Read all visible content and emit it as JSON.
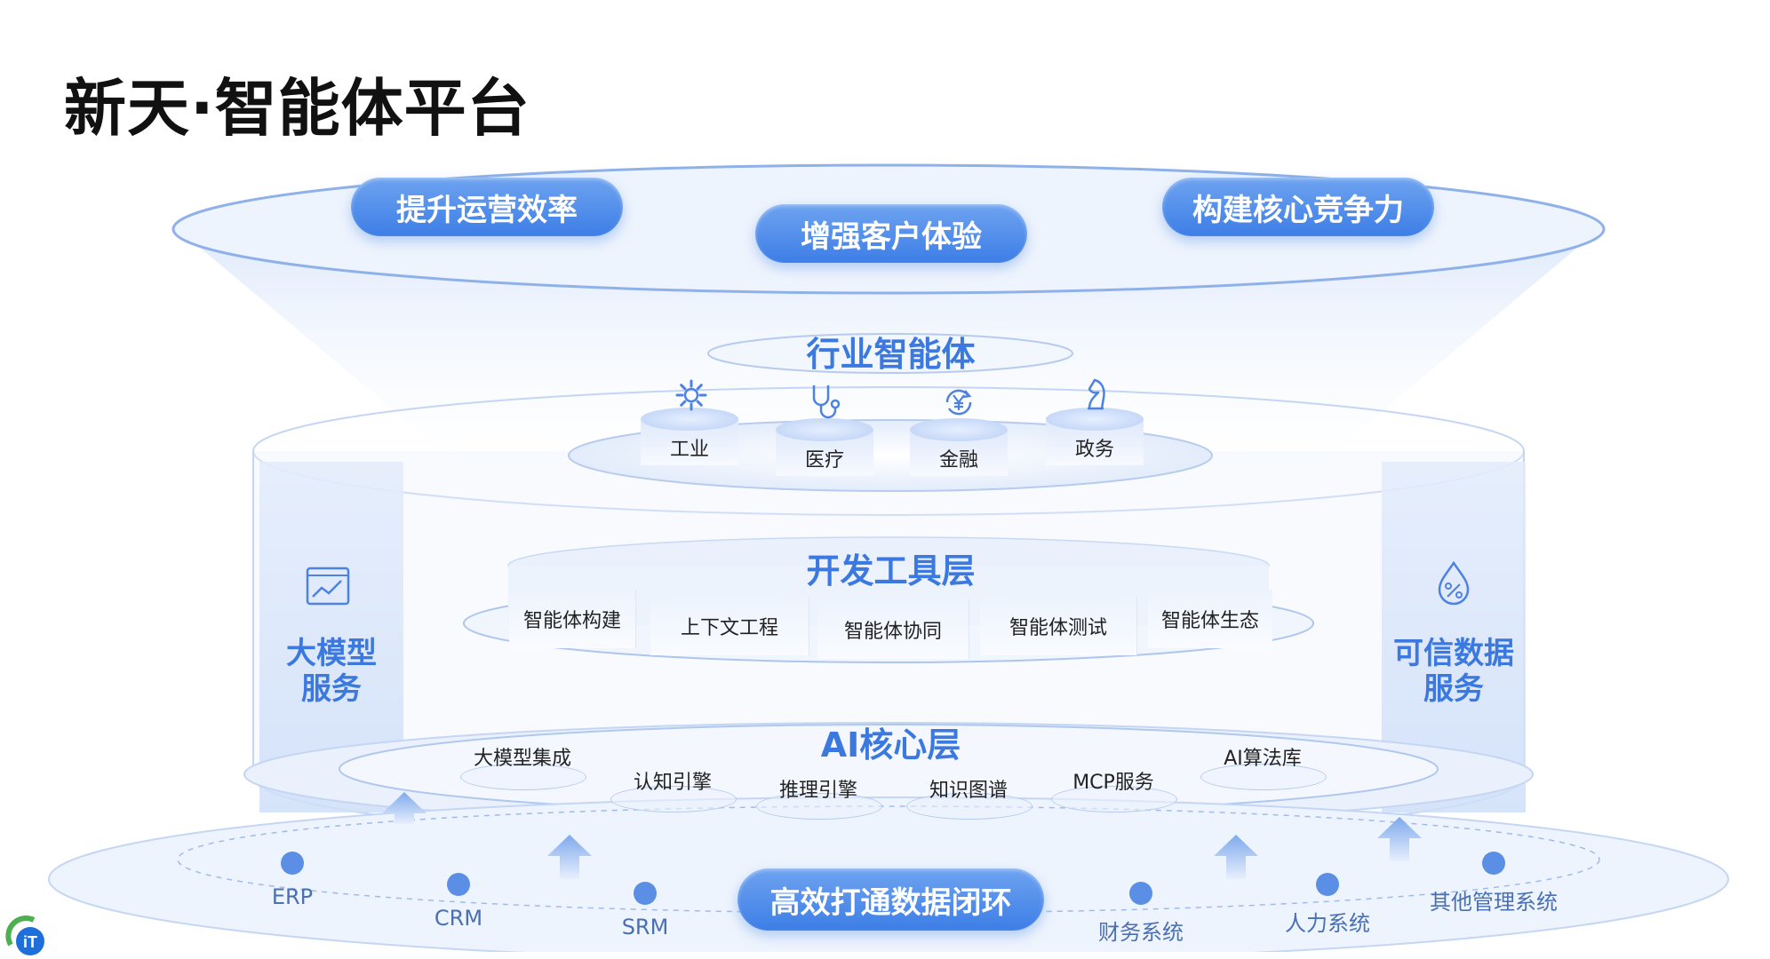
{
  "title": "新天·智能体平台",
  "goals": [
    "提升运营效率",
    "增强客户体验",
    "构建核心竞争力"
  ],
  "industry": {
    "title": "行业智能体",
    "items": [
      {
        "label": "工业",
        "icon": "gear-icon"
      },
      {
        "label": "医疗",
        "icon": "stethoscope-icon"
      },
      {
        "label": "金融",
        "icon": "yen-cycle-icon"
      },
      {
        "label": "政务",
        "icon": "chess-knight-icon"
      }
    ]
  },
  "tools": {
    "title": "开发工具层",
    "items": [
      "智能体构建",
      "上下文工程",
      "智能体协同",
      "智能体测试",
      "智能体生态"
    ]
  },
  "core": {
    "title": "AI核心层",
    "items": [
      "大模型集成",
      "认知引擎",
      "推理引擎",
      "知识图谱",
      "MCP服务",
      "AI算法库"
    ]
  },
  "left_pillar": {
    "line1": "大模型",
    "line2": "服务",
    "icon": "image-frame-icon"
  },
  "right_pillar": {
    "line1": "可信数据",
    "line2": "服务",
    "icon": "percent-drop-icon"
  },
  "base": {
    "center": "高效打通数据闭环",
    "systems": [
      "ERP",
      "CRM",
      "SRM",
      "财务系统",
      "人力系统",
      "其他管理系统"
    ]
  },
  "colors": {
    "accent": "#3d7ee6",
    "light": "#e8f0fd",
    "outline": "#b6cbed"
  }
}
